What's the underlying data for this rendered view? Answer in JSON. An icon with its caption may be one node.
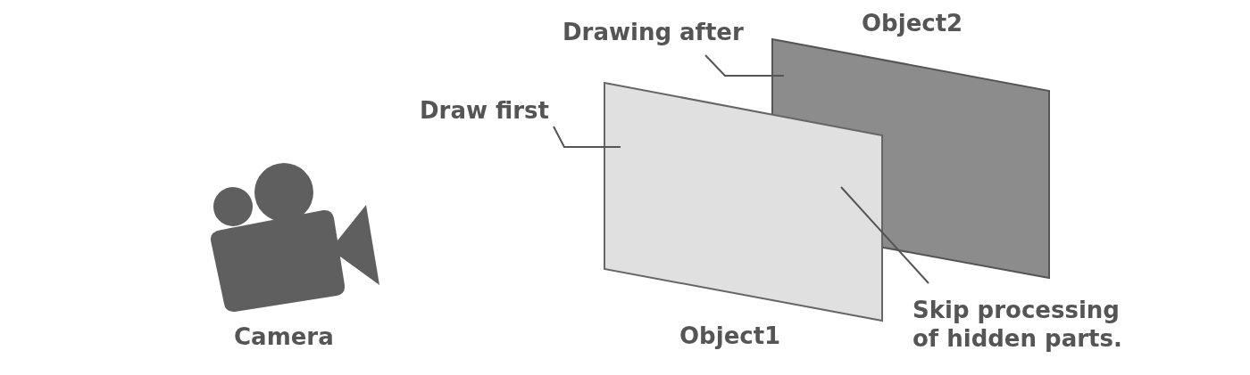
{
  "diagram": {
    "nodes": [
      {
        "text": [],
        "shape": "picture",
        "beside": [
          "Camera"
        ]
      },
      {
        "text": [
          "Object1"
        ]
      },
      {
        "text": [
          "Object2"
        ]
      },
      {
        "text": [
          "Draw first"
        ]
      },
      {
        "text": [
          "Drawing after"
        ]
      },
      {
        "text": [
          "Skip processing of hidden parts."
        ]
      }
    ],
    "edges": [
      {
        "from": 3,
        "to": 1,
        "arrow": "none"
      },
      {
        "from": 4,
        "to": 2,
        "arrow": "none"
      },
      {
        "from": 5,
        "to": 1,
        "arrow": "none"
      }
    ]
  }
}
